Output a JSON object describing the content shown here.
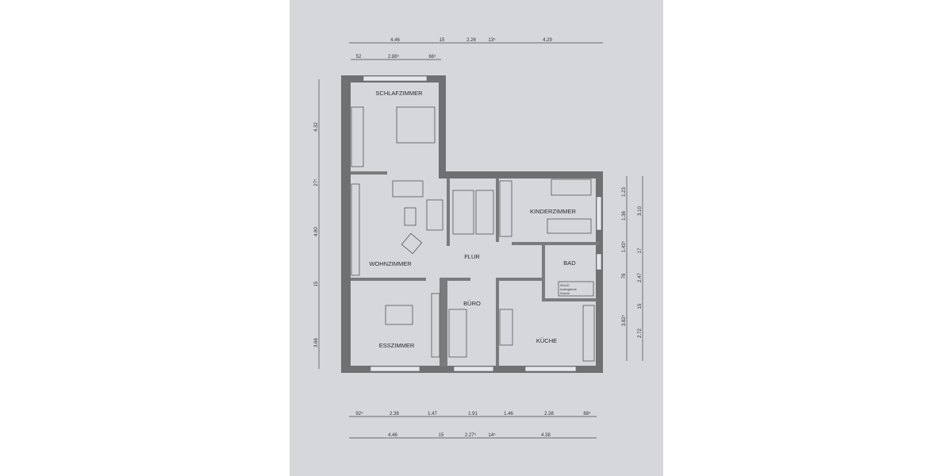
{
  "rooms": {
    "schlafzimmer": "SCHLAFZIMMER",
    "wohnzimmer": "WOHNZIMMER",
    "flur": "FLUR",
    "kinderzimmer": "KINDERZIMMER",
    "bad": "BAD",
    "buero": "BÜRO",
    "kueche": "KÜCHE",
    "esszimmer": "ESSZIMMER"
  },
  "shower_note": [
    "90x120",
    "bodengleiche",
    "Dusche"
  ],
  "dimensions": {
    "top_row1": [
      "4.46",
      "15",
      "2.26",
      "13⁵",
      "4.29"
    ],
    "top_row2": [
      "52",
      "2.88⁵",
      "66⁵"
    ],
    "bottom_row1": [
      "92⁵",
      "2.38",
      "1.47",
      "1.91",
      "1.46",
      "2.38",
      "88⁵"
    ],
    "bottom_row2": [
      "4.46",
      "15",
      "2.27⁵",
      "14⁵",
      "4.38"
    ],
    "left": [
      "4.32",
      "27⁵",
      "4.80",
      "15",
      "3.66"
    ],
    "right_inner": [
      "1.23",
      "1.36",
      "1.43⁵",
      "78",
      "3.82⁵"
    ],
    "right_outer": [
      "3.10",
      "17",
      "2.47",
      "15",
      "2.72"
    ]
  },
  "colors": {
    "paper": "#d5d7db",
    "wall": "#6f7072"
  }
}
